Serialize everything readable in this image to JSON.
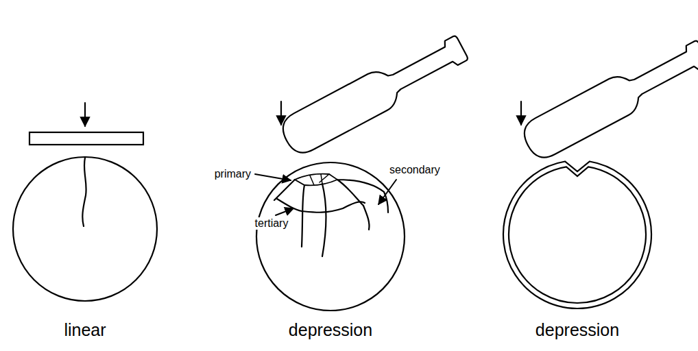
{
  "diagram": {
    "labels": [
      "primary",
      "secondary",
      "tertiary",
      "linear",
      "depression",
      "depression"
    ]
  }
}
